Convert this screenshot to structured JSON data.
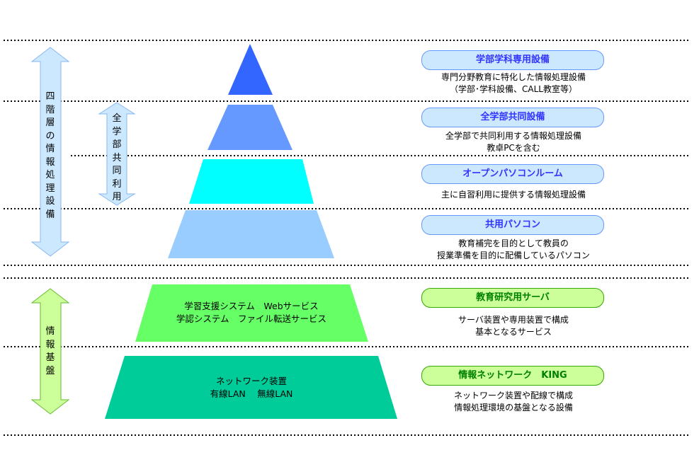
{
  "left_arrows": {
    "four_levels": "四階層の情報処理設備",
    "shared_use": "全学部共同利用",
    "infrastructure": "情報基盤"
  },
  "pyramid": {
    "server_layer": [
      "学習支援システム　Webサービス",
      "学認システム　ファイル転送サービス"
    ],
    "network_layer": [
      "ネットワーク装置",
      "有線LAN　 無線LAN"
    ]
  },
  "levels": [
    {
      "title": "学部学科専用設備",
      "desc": [
        "専門分野教育に特化した情報処理設備",
        "（学部･学科設備、CALL教室等）"
      ]
    },
    {
      "title": "全学部共同設備",
      "desc": [
        "全学部で共同利用する情報処理設備",
        "教卓PCを含む"
      ]
    },
    {
      "title": "オープンパソコンルーム",
      "desc": [
        "主に自習利用に提供する情報処理設備"
      ]
    },
    {
      "title": "共用パソコン",
      "desc": [
        "教育補完を目的として教員の",
        "授業準備を目的に配備しているパソコン"
      ]
    },
    {
      "title": "教育研究用サーバ",
      "desc": [
        "サーバ装置や専用装置で構成",
        "基本となるサービス"
      ]
    },
    {
      "title": "情報ネットワーク　KING",
      "desc": [
        "ネットワーク装置や配線で構成",
        "情報処理環境の基盤となる設備"
      ]
    }
  ],
  "colors": {
    "tier1": "#3366ff",
    "tier2": "#6699ff",
    "tier3": "#00ffff",
    "tier4": "#99ccff",
    "tier5": "#66ff66",
    "tier6": "#00cc99"
  }
}
